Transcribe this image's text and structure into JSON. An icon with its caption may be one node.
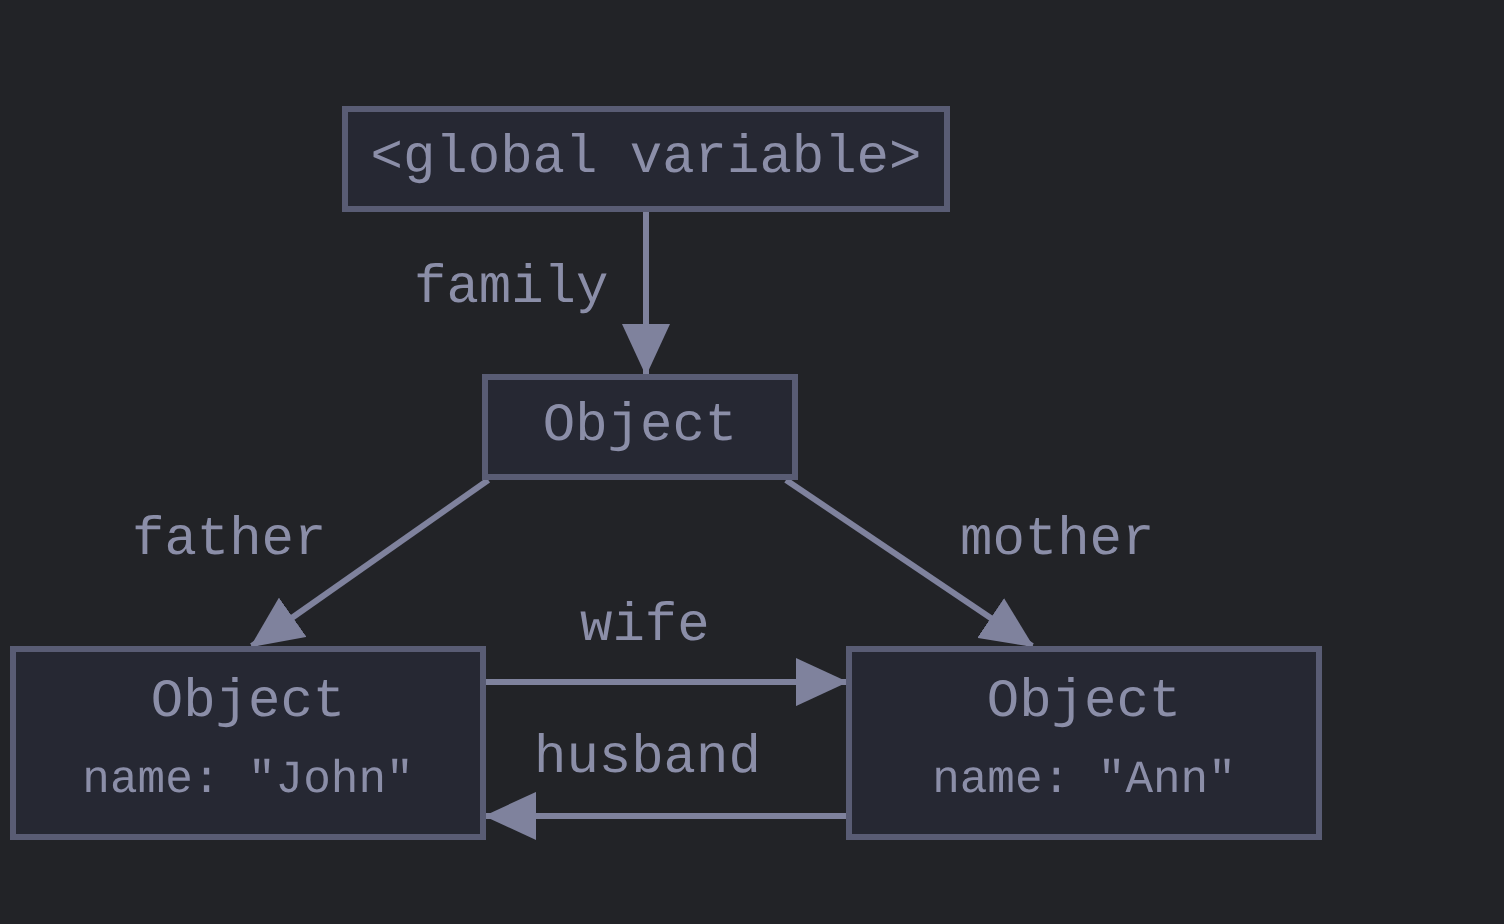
{
  "diagram": {
    "nodes": [
      {
        "text": [
          "<global variable>"
        ]
      },
      {
        "text": [
          "Object"
        ]
      },
      {
        "text": [
          "Object",
          "name: \"John\""
        ]
      },
      {
        "text": [
          "Object",
          "name: \"Ann\""
        ]
      }
    ],
    "edges": [
      {
        "from": 0,
        "to": 1,
        "arrow": "to",
        "label": "family"
      },
      {
        "from": 1,
        "to": 2,
        "arrow": "to",
        "label": "father"
      },
      {
        "from": 1,
        "to": 3,
        "arrow": "to",
        "label": "mother"
      },
      {
        "from": 2,
        "to": 3,
        "arrow": "to",
        "label": "wife"
      },
      {
        "from": 3,
        "to": 2,
        "arrow": "to",
        "label": "husband"
      }
    ]
  }
}
